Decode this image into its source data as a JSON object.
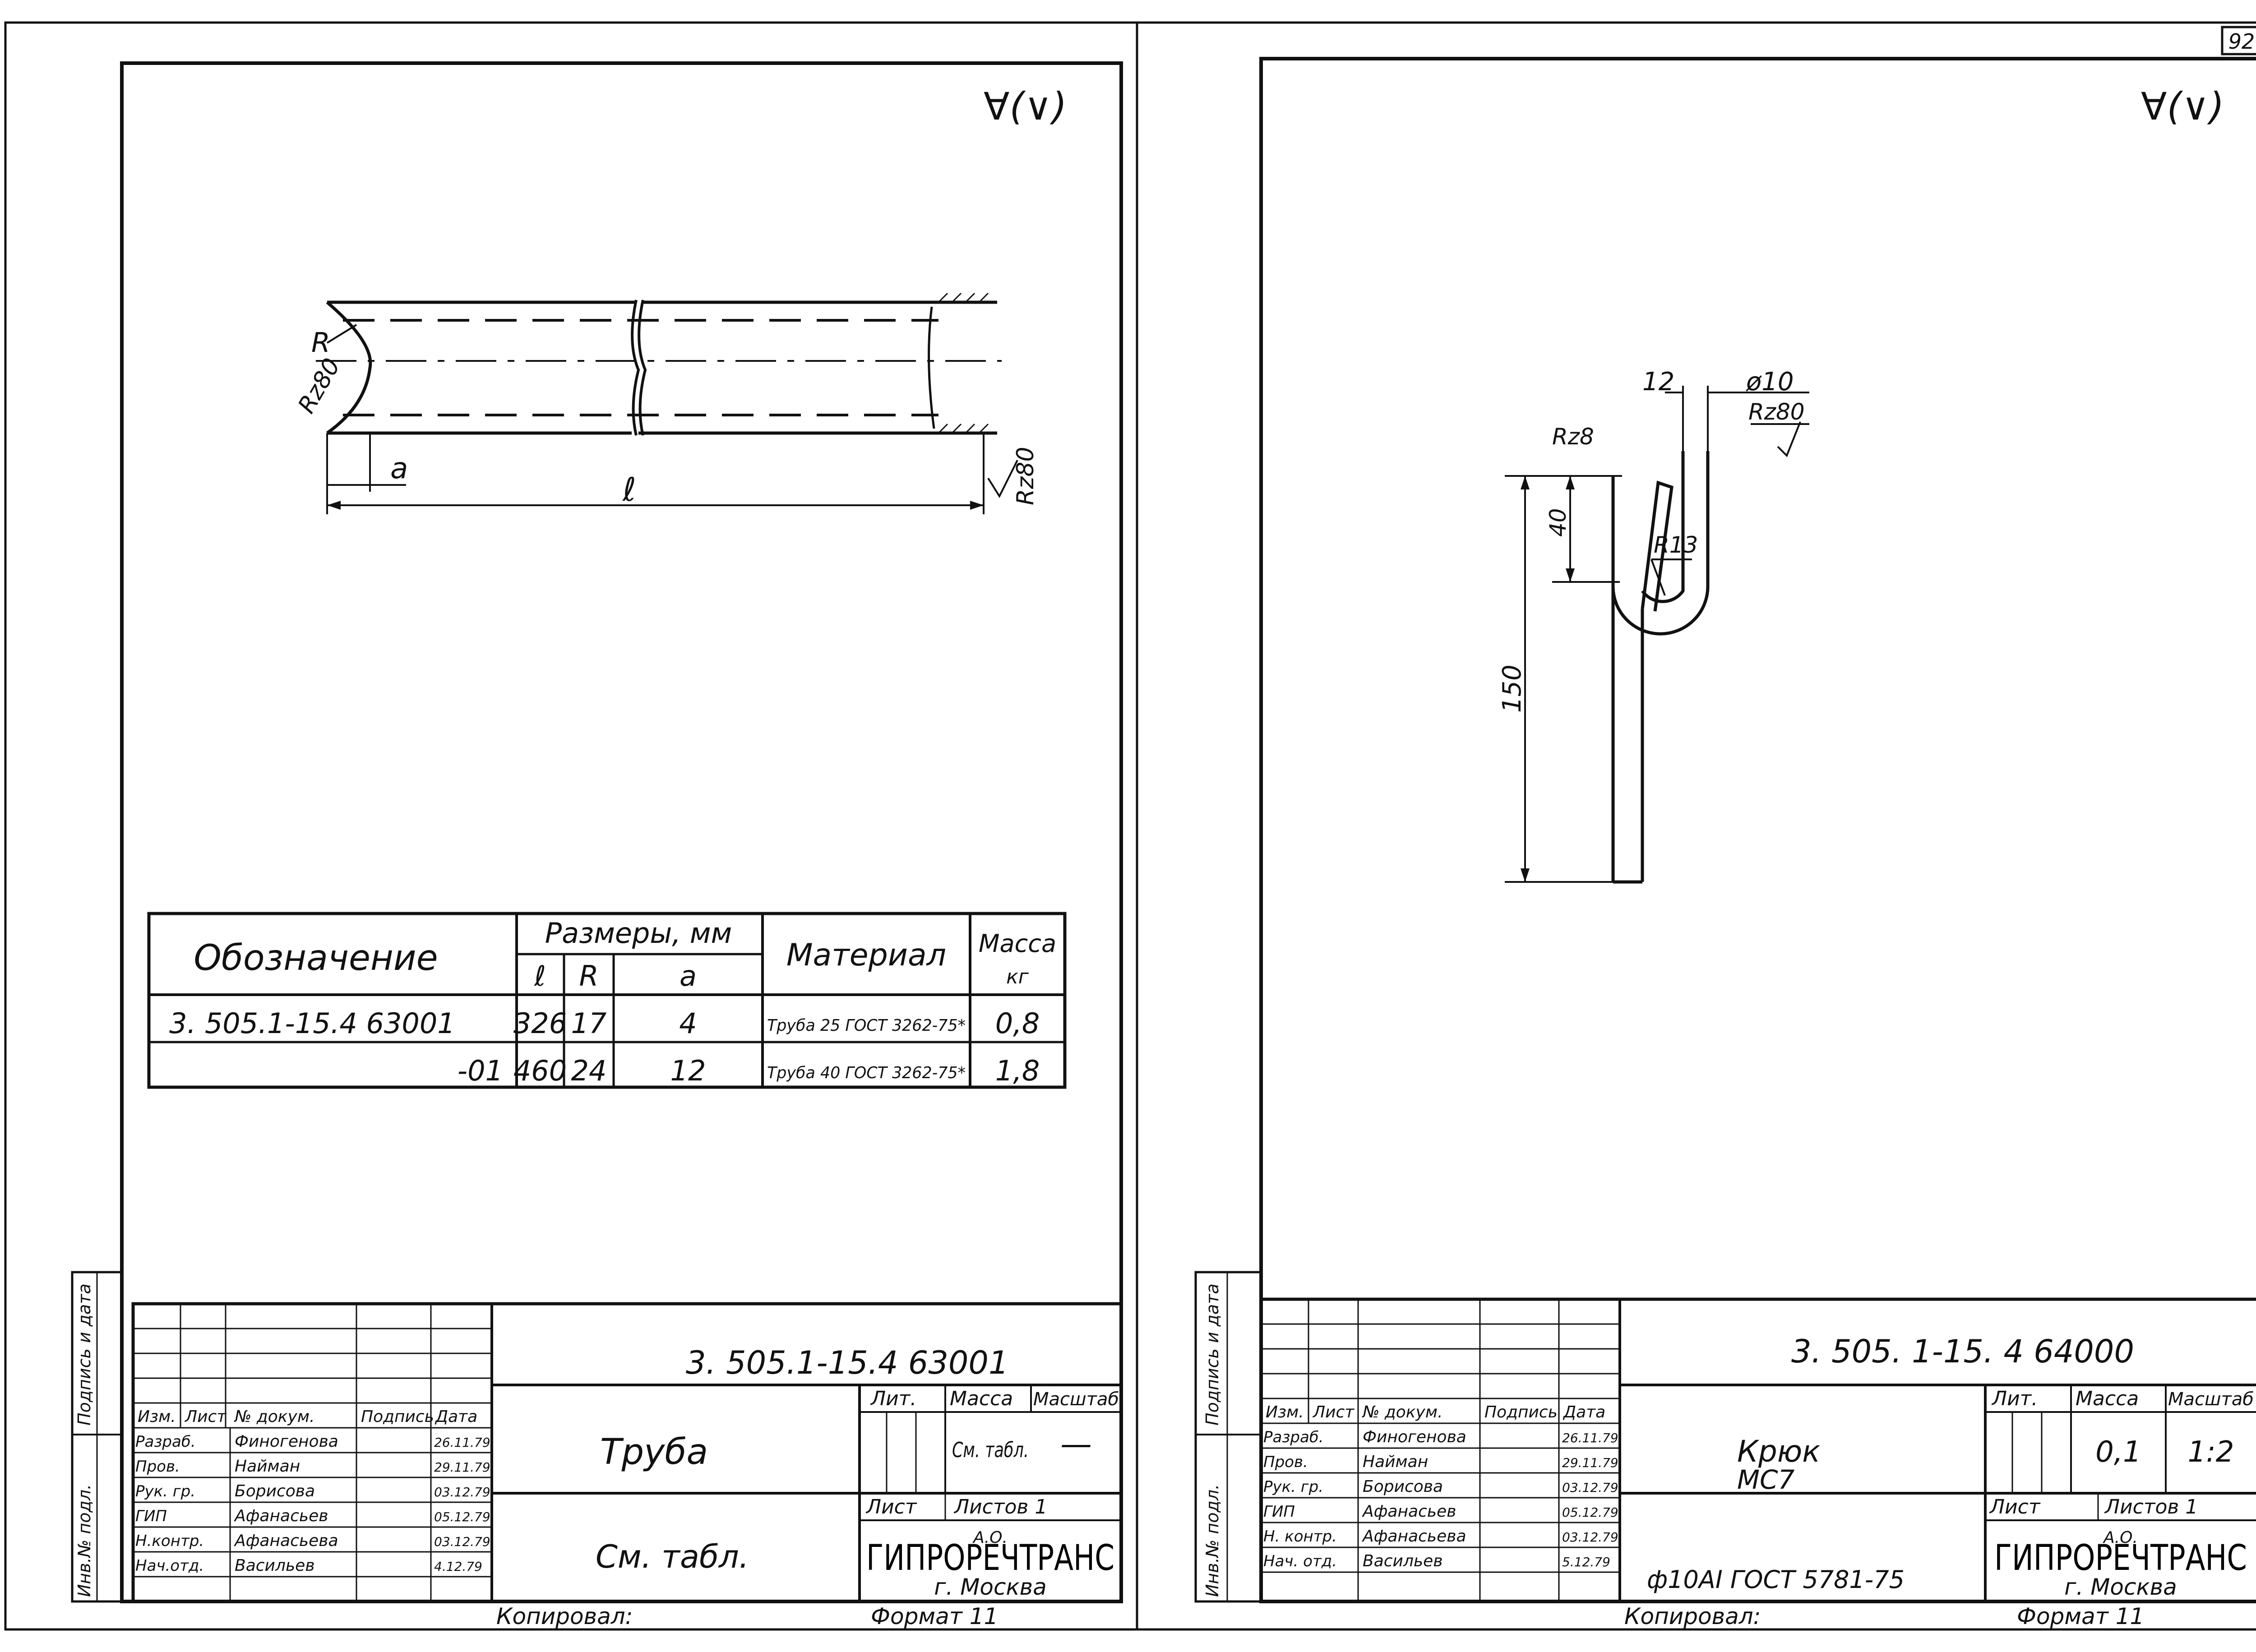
{
  "page_number": "92",
  "common": {
    "roughness_mark": "∀(∨)",
    "city": "г. Москва",
    "organization": "ГИПРОРЕЧТРАНС",
    "org_prefix": "А.О.",
    "copied": "Копировал:",
    "format": "Формат 11",
    "headers": {
      "rev": "Изм.",
      "sheet": "Лист",
      "docno": "№ докум.",
      "sign": "Подпись",
      "date": "Дата",
      "lit": "Лит.",
      "mass": "Масса",
      "scale": "Масштаб",
      "list": "Лист",
      "lists": "Листов 1",
      "sign_date_vertical": "Подпись и дата",
      "inv_vertical": "Инв.№ подл."
    }
  },
  "left_sheet": {
    "drawing_labels": {
      "R": "R",
      "rz80": "Rz80",
      "a": "a",
      "l": "ℓ"
    },
    "table": {
      "header_designation": "Обозначение",
      "header_dimensions": "Размеры, мм",
      "header_l": "ℓ",
      "header_r": "R",
      "header_a": "a",
      "header_material": "Материал",
      "header_mass": "Масса",
      "header_mass_unit": "кг",
      "rows": [
        {
          "designation": "3. 505.1-15.4 63001",
          "l": "326",
          "r": "17",
          "a": "4",
          "material": "Труба 25 ГОСТ 3262-75*",
          "mass": "0,8"
        },
        {
          "designation": "-01",
          "l": "460",
          "r": "24",
          "a": "12",
          "material": "Труба 40 ГОСТ 3262-75*",
          "mass": "1,8"
        }
      ]
    },
    "title_block": {
      "doc_number": "3. 505.1-15.4 63001",
      "title": "Труба",
      "material": "См. табл.",
      "mass": "См. табл.",
      "scale": "—",
      "people": [
        {
          "role": "Разраб.",
          "name": "Финогенова",
          "date": "26.11.79"
        },
        {
          "role": "Пров.",
          "name": "Найман",
          "date": "29.11.79"
        },
        {
          "role": "Рук. гр.",
          "name": "Борисова",
          "date": "03.12.79"
        },
        {
          "role": "ГИП",
          "name": "Афанасьев",
          "date": "05.12.79"
        },
        {
          "role": "Н.контр.",
          "name": "Афанасьева",
          "date": "03.12.79"
        },
        {
          "role": "Нач.отд.",
          "name": "Васильев",
          "date": "4.12.79"
        }
      ]
    }
  },
  "right_sheet": {
    "drawing_labels": {
      "d12": "12",
      "phi10": "ø10",
      "rz80": "Rz80",
      "rz8": "Rz8",
      "d40": "40",
      "r13": "R13",
      "d150": "150"
    },
    "title_block": {
      "doc_number": "3. 505. 1-15. 4 64000",
      "title": "Крюк",
      "subtitle": "МС7",
      "material": "ф10АI ГОСТ 5781-75",
      "mass": "0,1",
      "scale": "1:2",
      "people": [
        {
          "role": "Разраб.",
          "name": "Финогенова",
          "date": "26.11.79"
        },
        {
          "role": "Пров.",
          "name": "Найман",
          "date": "29.11.79"
        },
        {
          "role": "Рук. гр.",
          "name": "Борисова",
          "date": "03.12.79"
        },
        {
          "role": "ГИП",
          "name": "Афанасьев",
          "date": "05.12.79"
        },
        {
          "role": "Н. контр.",
          "name": "Афанасьева",
          "date": "03.12.79"
        },
        {
          "role": "Нач. отд.",
          "name": "Васильев",
          "date": "5.12.79"
        }
      ]
    }
  }
}
